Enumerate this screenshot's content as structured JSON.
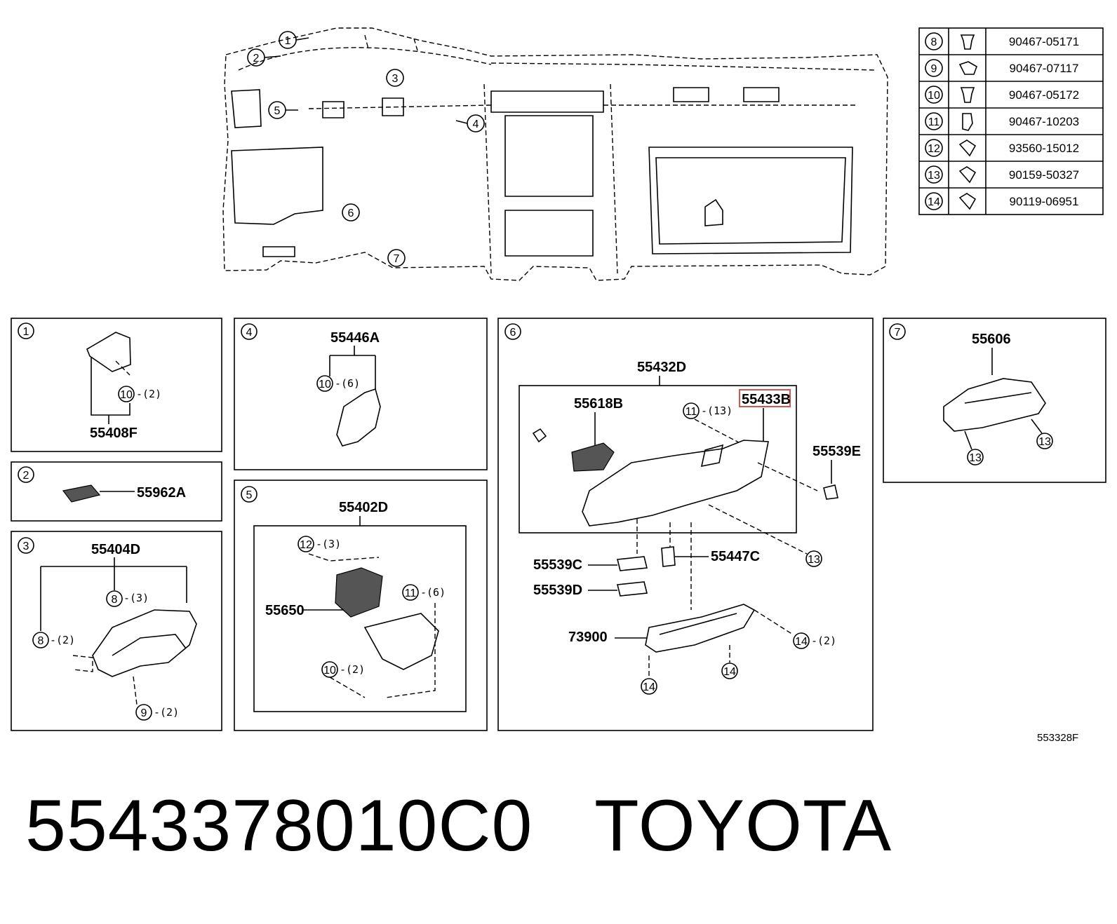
{
  "footer": {
    "part_number": "5543378010C0",
    "brand": "TOYOTA",
    "diagram_ref": "553328F"
  },
  "fastener_table": [
    {
      "num": "8",
      "part": "90467-05171"
    },
    {
      "num": "9",
      "part": "90467-07117"
    },
    {
      "num": "10",
      "part": "90467-05172"
    },
    {
      "num": "11",
      "part": "90467-10203"
    },
    {
      "num": "12",
      "part": "93560-15012"
    },
    {
      "num": "13",
      "part": "90159-50327"
    },
    {
      "num": "14",
      "part": "90119-06951"
    }
  ],
  "overview_callouts": [
    "1",
    "2",
    "3",
    "4",
    "5",
    "6",
    "7"
  ],
  "panels": {
    "p1": {
      "num": "1",
      "part": "55408F",
      "fastener": "10",
      "qty": "-(2)"
    },
    "p2": {
      "num": "2",
      "part": "55962A"
    },
    "p3": {
      "num": "3",
      "part": "55404D",
      "f1": "8",
      "q1": "-(3)",
      "f2": "8",
      "q2": "-(2)",
      "f3": "9",
      "q3": "-(2)"
    },
    "p4": {
      "num": "4",
      "part": "55446A",
      "fastener": "10",
      "qty": "-(6)"
    },
    "p5": {
      "num": "5",
      "part": "55402D",
      "sub": "55650",
      "f1": "12",
      "q1": "-(3)",
      "f2": "11",
      "q2": "-(6)",
      "f3": "10",
      "q3": "-(2)"
    },
    "p6": {
      "num": "6",
      "assy": "55432D",
      "a": "55618B",
      "b": "55433B",
      "c": "55539E",
      "d": "55539C",
      "e": "55447C",
      "f": "55539D",
      "g": "73900",
      "f11": "11",
      "q11": "-(13)",
      "f13": "13",
      "f14a": "14",
      "q14a": "-(2)",
      "f14b": "14",
      "f14c": "14"
    },
    "p7": {
      "num": "7",
      "part": "55606",
      "f13a": "13",
      "f13b": "13"
    }
  }
}
